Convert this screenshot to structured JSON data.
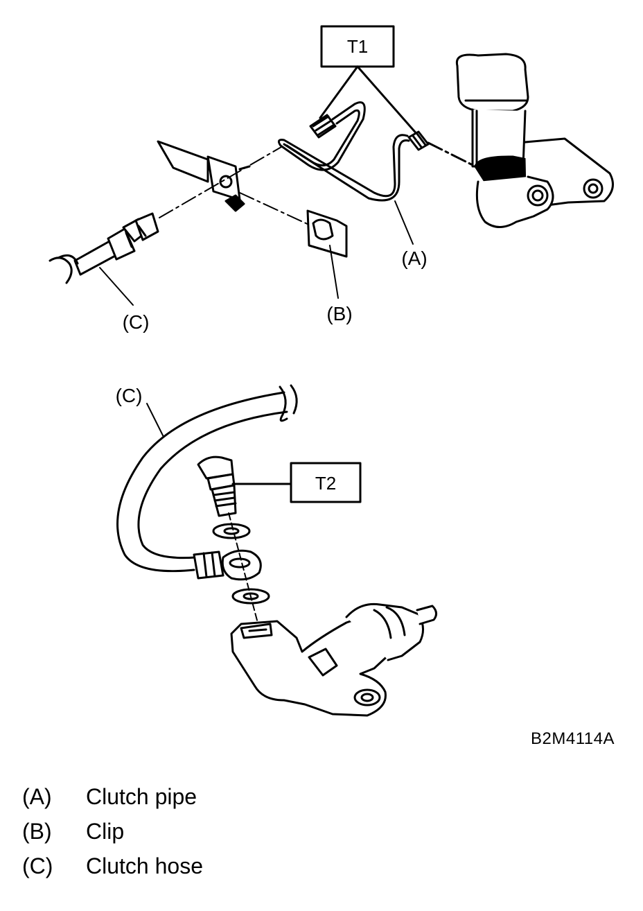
{
  "diagram": {
    "torque_labels": [
      "T1",
      "T2"
    ],
    "callouts_top": [
      "(A)",
      "(B)",
      "(C)"
    ],
    "callout_bottom": "(C)",
    "figure_code": "B2M4114A"
  },
  "legend": [
    {
      "key": "(A)",
      "label": "Clutch pipe"
    },
    {
      "key": "(B)",
      "label": "Clip"
    },
    {
      "key": "(C)",
      "label": "Clutch hose"
    }
  ]
}
